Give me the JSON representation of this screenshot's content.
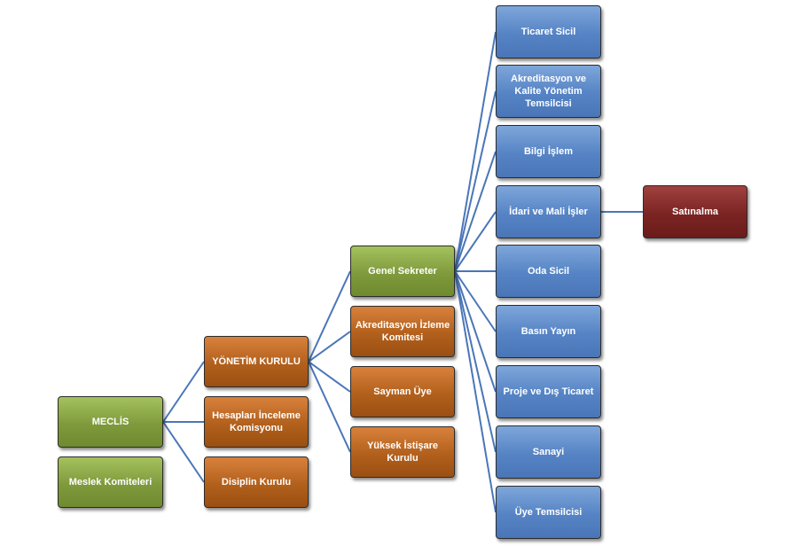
{
  "nodes": {
    "meclis": "MECLİS",
    "meslek_komiteleri": "Meslek Komiteleri",
    "yonetim_kurulu": "YÖNETİM  KURULU",
    "hesaplari_inceleme": "Hesapları İnceleme Komisyonu",
    "disiplin_kurulu": "Disiplin Kurulu",
    "genel_sekreter": "Genel Sekreter",
    "akreditasyon_izleme": "Akreditasyon İzleme Komitesi",
    "sayman_uye": "Sayman Üye",
    "yuksek_istisare": "Yüksek İstişare Kurulu",
    "ticaret_sicil": "Ticaret Sicil",
    "akreditasyon_kalite": "Akreditasyon ve Kalite Yönetim Temsilcisi",
    "bilgi_islem": "Bilgi İşlem",
    "idari_mali": "İdari ve Mali İşler",
    "oda_sicil": "Oda Sicil",
    "basin_yayin": "Basın Yayın",
    "proje_dis_ticaret": "Proje ve Dış Ticaret",
    "sanayi": "Sanayi",
    "uye_temsilcisi": "Üye Temsilcisi",
    "satinalma": "Satınalma"
  },
  "colors": {
    "level1": "#7f9a3c",
    "level2": "#b2601c",
    "level4": "#5583c4",
    "level5": "#7a2422",
    "connector": "#4a76b8"
  }
}
